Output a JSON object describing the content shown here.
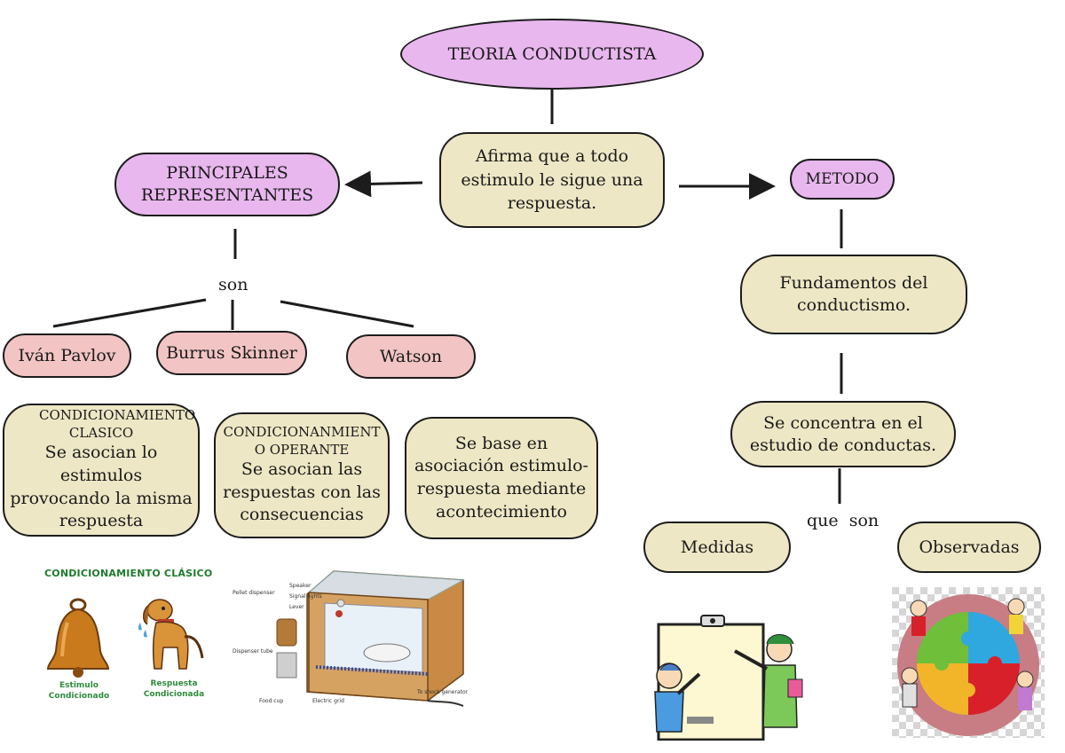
{
  "title": "TEORIA CONDUCTISTA",
  "definition": "Afirma que a todo estimulo le sigue una respuesta.",
  "left_branch": {
    "label": "PRINCIPALES REPRESENTANTES",
    "connector": "son",
    "representatives": [
      {
        "name": "Iván Pavlov",
        "heading": "CONDICIONAMIENTO CLASICO",
        "text": "Se asocian lo estimulos provocando la misma respuesta"
      },
      {
        "name": "Burrus Skinner",
        "heading": "CONDICIONANMIENTO OPERANTE",
        "text": "Se asocian las respuestas con las consecuencias"
      },
      {
        "name": "Watson",
        "heading": "",
        "text": "Se base en asociación estimulo-respuesta mediante acontecimiento"
      }
    ]
  },
  "right_branch": {
    "label": "METODO",
    "fundamentals": "Fundamentos del conductismo.",
    "focus": "Se concentra en el estudio de conductas.",
    "connector": "que  son",
    "outcomes": [
      "Medidas",
      "Observadas"
    ]
  },
  "illustrations": {
    "classical": {
      "title": "CONDICIONAMIENTO CLÁSICO",
      "stimulus": "Estimulo Condicionado",
      "response": "Respuesta Condicionada"
    },
    "skinner_box": {
      "labels": [
        "Pellet dispenser",
        "Speaker",
        "Signal lights",
        "Lever",
        "Dispenser tube",
        "Food cup",
        "Electric grid",
        "To shock generator"
      ]
    }
  },
  "colors": {
    "purple": "#e8b7ee",
    "cream": "#ede7c5",
    "pink": "#f2c4c4",
    "stroke": "#1c1c1c"
  }
}
